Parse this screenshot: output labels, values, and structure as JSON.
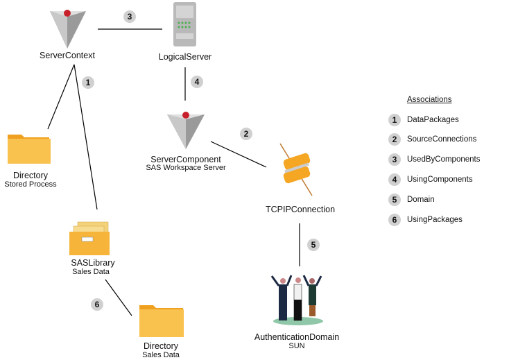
{
  "nodes": {
    "server_context": {
      "label": "ServerContext"
    },
    "logical_server": {
      "label": "LogicalServer"
    },
    "server_component": {
      "label": "ServerComponent",
      "sub": "SAS Workspace Server"
    },
    "tcpip": {
      "label": "TCPIPConnection"
    },
    "auth_domain": {
      "label": "AuthenticationDomain",
      "sub": "SUN"
    },
    "dir_stored": {
      "label": "Directory",
      "sub": "Stored Process"
    },
    "sas_library": {
      "label": "SASLibrary",
      "sub": "Sales Data"
    },
    "dir_sales": {
      "label": "Directory",
      "sub": "Sales Data"
    }
  },
  "badges": {
    "b1": "1",
    "b2": "2",
    "b3": "3",
    "b4": "4",
    "b5": "5",
    "b6": "6"
  },
  "legend": {
    "title": "Associations",
    "items": [
      {
        "num": "1",
        "label": "DataPackages"
      },
      {
        "num": "2",
        "label": "SourceConnections"
      },
      {
        "num": "3",
        "label": "UsedByComponents"
      },
      {
        "num": "4",
        "label": "UsingComponents"
      },
      {
        "num": "5",
        "label": "Domain"
      },
      {
        "num": "6",
        "label": "UsingPackages"
      }
    ]
  },
  "colors": {
    "folder": "#f7b43a",
    "badge": "#d0d0d0",
    "connector": "#f5a623"
  }
}
